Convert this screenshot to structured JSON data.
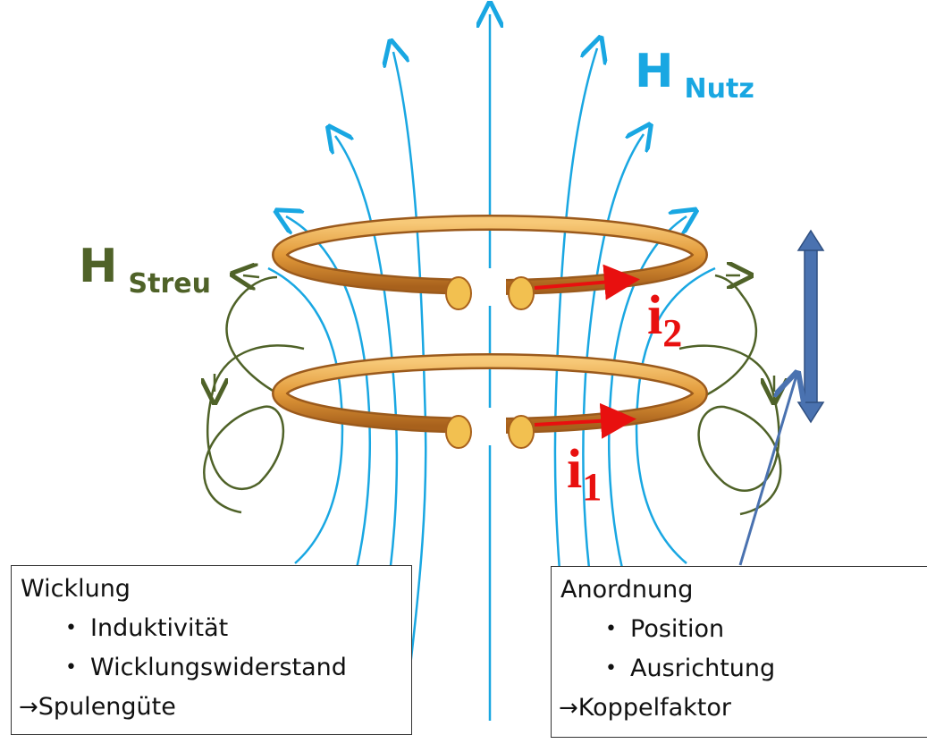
{
  "labels": {
    "h_nutz": {
      "main": "H",
      "sub": "Nutz",
      "color": "#19a7e2"
    },
    "h_streu": {
      "main": "H",
      "sub": "Streu",
      "color": "#4f6228"
    },
    "i2": {
      "main": "i",
      "sub": "2"
    },
    "i1": {
      "main": "i",
      "sub": "1"
    }
  },
  "colors": {
    "nutz_field": "#19a7e2",
    "streu_field": "#4f6228",
    "coil_copper": "#e6a040",
    "current_arrow": "#e8100f",
    "distance_arrow": "#4a72b0"
  },
  "box_left": {
    "title": "Wicklung",
    "items": [
      "Induktivität",
      "Wicklungswiderstand"
    ],
    "arrow": "→",
    "result": "Spulengüte"
  },
  "box_right": {
    "title": "Anordnung",
    "items": [
      "Position",
      "Ausrichtung"
    ],
    "arrow": "→",
    "result": "Koppelfaktor"
  }
}
